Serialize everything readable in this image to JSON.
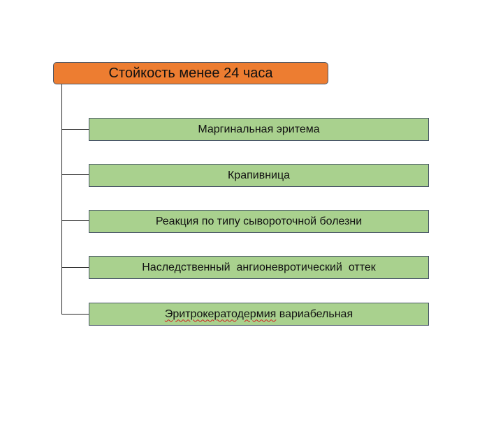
{
  "root": {
    "label": "Стойкость менее 24 часа",
    "color": "#ED7D31"
  },
  "children": [
    {
      "label": "Маргинальная эритема"
    },
    {
      "label": "Крапивница"
    },
    {
      "label": "Реакция по типу сывороточной болезни"
    },
    {
      "label": "Наследственный  ангионевротический  оттек"
    },
    {
      "label_main": "Эритрокератодермия",
      "label_rest": " вариабельная"
    }
  ],
  "child_color": "#A9D18E"
}
